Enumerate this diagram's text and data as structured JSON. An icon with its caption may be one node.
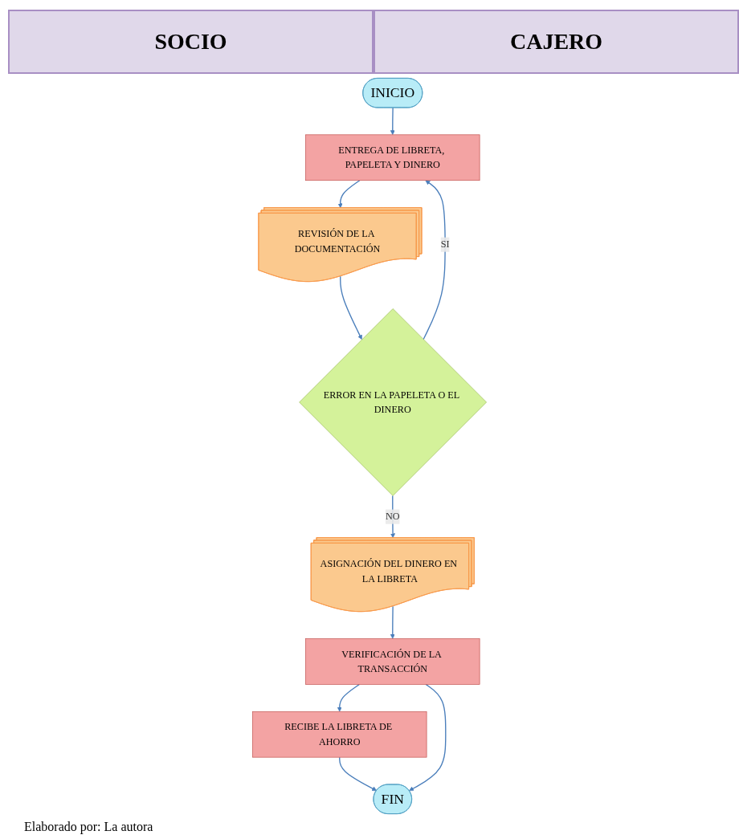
{
  "diagram": {
    "caption": "Elaborado por: La autora",
    "nodes": [
      {
        "text": [
          "INICIO"
        ]
      },
      {
        "text": [
          "ENTREGA DE LIBRETA, PAPELETA Y DINERO"
        ]
      },
      {
        "text": [
          "REVISIÓN DE LA DOCUMENTACIÓN"
        ]
      },
      {
        "text": [
          "ERROR EN LA PAPELETA O EL DINERO"
        ]
      },
      {
        "text": [
          "ASIGNACIÓN DEL DINERO EN LA LIBRETA"
        ]
      },
      {
        "text": [
          "VERIFICACIÓN DE LA TRANSACCIÓN"
        ]
      },
      {
        "text": [
          "RECIBE LA LIBRETA DE AHORRO"
        ]
      },
      {
        "text": [
          "FIN"
        ]
      }
    ],
    "edges": [
      {
        "from": 0,
        "to": 1,
        "arrow": "to"
      },
      {
        "from": 1,
        "to": 2,
        "arrow": "to"
      },
      {
        "from": 2,
        "to": 3,
        "arrow": "to"
      },
      {
        "from": 3,
        "to": 1,
        "arrow": "to",
        "label": "SI"
      },
      {
        "from": 3,
        "to": 4,
        "arrow": "to",
        "label": "NO"
      },
      {
        "from": 4,
        "to": 5,
        "arrow": "to"
      },
      {
        "from": 5,
        "to": 6,
        "arrow": "to"
      },
      {
        "from": 6,
        "to": 7,
        "arrow": "to"
      },
      {
        "from": 5,
        "to": 7,
        "arrow": "to"
      }
    ],
    "labels": [
      "SOCIO",
      "CAJERO"
    ]
  }
}
